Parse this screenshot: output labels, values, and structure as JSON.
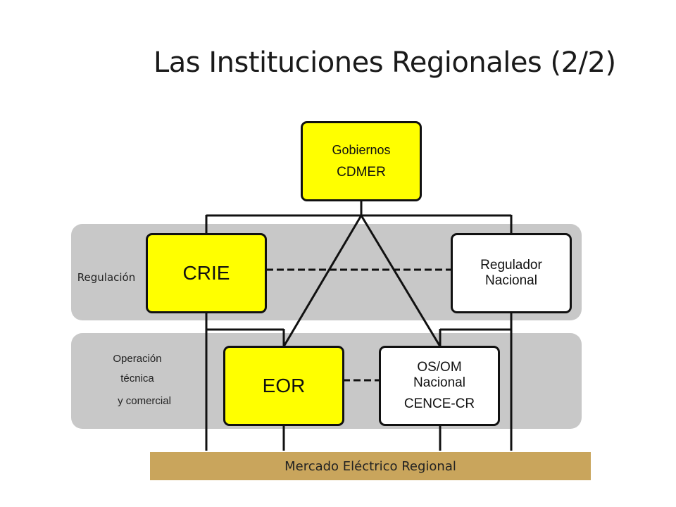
{
  "title": "Las Instituciones Regionales (2/2)",
  "bands": {
    "regulation_label": "Regulación",
    "operation_label_1": "Operación",
    "operation_label_2": "técnica",
    "operation_label_3": "y comercial"
  },
  "nodes": {
    "gobiernos_line1": "Gobiernos",
    "gobiernos_line2": "CDMER",
    "crie": "CRIE",
    "regulador_line1": "Regulador",
    "regulador_line2": "Nacional",
    "eor": "EOR",
    "osom_line1": "OS/OM",
    "osom_line2": "Nacional",
    "osom_line3": "CENCE-CR"
  },
  "market": "Mercado Eléctrico Regional",
  "colors": {
    "highlight": "#ffff00",
    "band": "#c8c8c8",
    "market": "#c9a55c"
  }
}
